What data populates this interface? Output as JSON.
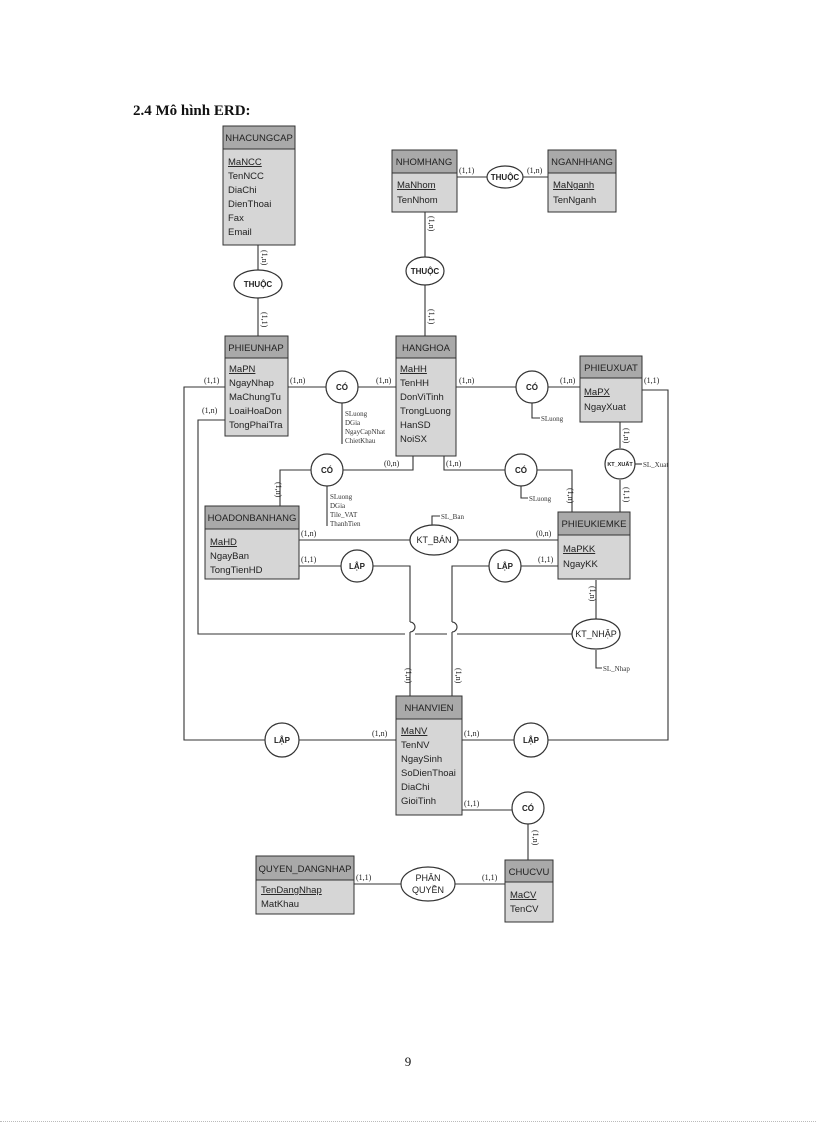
{
  "heading": "2.4 Mô hình  ERD:",
  "page_number": "9",
  "entities": {
    "nhacungcap": {
      "name": "NHACUNGCAP",
      "pk": "MaNCC",
      "attrs": [
        "TenNCC",
        "DiaChi",
        "DienThoai",
        "Fax",
        "Email"
      ]
    },
    "nhomhang": {
      "name": "NHOMHANG",
      "pk": "MaNhom",
      "attrs": [
        "TenNhom"
      ]
    },
    "nganhhang": {
      "name": "NGANHHANG",
      "pk": "MaNganh",
      "attrs": [
        "TenNganh"
      ]
    },
    "phieunhap": {
      "name": "PHIEUNHAP",
      "pk": "MaPN",
      "attrs": [
        "NgayNhap",
        "MaChungTu",
        "LoaiHoaDon",
        "TongPhaiTra"
      ]
    },
    "hanghoa": {
      "name": "HANGHOA",
      "pk": "MaHH",
      "attrs": [
        "TenHH",
        "DonViTinh",
        "TrongLuong",
        "HanSD",
        "NoiSX"
      ]
    },
    "phieuxuat": {
      "name": "PHIEUXUAT",
      "pk": "MaPX",
      "attrs": [
        "NgayXuat"
      ]
    },
    "hoadonbanhang": {
      "name": "HOADONBANHANG",
      "pk": "MaHD",
      "attrs": [
        "NgayBan",
        "TongTienHD"
      ]
    },
    "phieukiemke": {
      "name": "PHIEUKIEMKE",
      "pk": "MaPKK",
      "attrs": [
        "NgayKK"
      ]
    },
    "nhanvien": {
      "name": "NHANVIEN",
      "pk": "MaNV",
      "attrs": [
        "TenNV",
        "NgaySinh",
        "SoDienThoai",
        "DiaChi",
        "GioiTinh"
      ]
    },
    "quyen_dangnhap": {
      "name": "QUYEN_DANGNHAP",
      "pk": "TenDangNhap",
      "attrs": [
        "MatKhau"
      ]
    },
    "chucvu": {
      "name": "CHUCVU",
      "pk": "MaCV",
      "attrs": [
        "TenCV"
      ]
    }
  },
  "relationships": {
    "thuoc_ncc": "THUỘC",
    "thuoc_nganh": "THUỘC",
    "thuoc_nhom": "THUỘC",
    "co_nhap": "CÓ",
    "co_xuat": "CÓ",
    "co_ban": "CÓ",
    "co_kiemke": "CÓ",
    "co_chucvu": "CÓ",
    "kt_xuat": "KT_XUẤT",
    "kt_ban": "KT_BÁN",
    "kt_nhap": "KT_NHẬP",
    "lap_hd": "LẬP",
    "lap_kk": "LẬP",
    "lap_pn": "LẬP",
    "lap_px": "LẬP",
    "phan_quyen_1": "PHÂN",
    "phan_quyen_2": "QUYỀN"
  },
  "rel_attrs": {
    "co_nhap": [
      "SLuong",
      "DGia",
      "NgayCapNhat",
      "ChietKhau"
    ],
    "co_xuat": [
      "SLuong"
    ],
    "co_ban": [
      "SLuong",
      "DGia",
      "Tile_VAT",
      "ThanhTien"
    ],
    "co_kiemke": [
      "SLuong"
    ],
    "kt_xuat": "SL_Xuat",
    "kt_ban": "SL_Ban",
    "kt_nhap": "SL_Nhap"
  },
  "cardinalities": {
    "ncc_thuoc": "(1,n)",
    "pn_thuoc": "(1,1)",
    "nhom_nganh": "(1,1)",
    "nganh_nhom": "(1,n)",
    "nhom_thuoc": "(1,n)",
    "hh_thuoc": "(1,1)",
    "pn_co": "(1,n)",
    "hh_co_nhap": "(1,n)",
    "pn_lap": "(1,1)",
    "pn_ktnhap": "(1,n)",
    "hh_co_xuat": "(1,n)",
    "px_co": "(1,n)",
    "px_lap": "(1,1)",
    "px_ktxuat": "(1,n)",
    "hh_co_ban": "(0,n)",
    "hh_co_kk": "(1,n)",
    "hd_co": "(1,n)",
    "pkk_co": "(1,n)",
    "pkk_ktxuat": "(1,1)",
    "hd_ktban": "(1,n)",
    "pkk_ktban": "(0,n)",
    "hd_lap": "(1,1)",
    "pkk_lap": "(1,1)",
    "pkk_ktnhap": "(1,n)",
    "nv_lap_hd": "(1,n)",
    "nv_lap_kk": "(1,n)",
    "nv_lap_pn": "(1,n)",
    "nv_lap_px": "(1,n)",
    "nv_chucvu": "(1,1)",
    "cv_co": "(1,n)",
    "qdn_phan": "(1,1)",
    "cv_phan": "(1,1)"
  }
}
